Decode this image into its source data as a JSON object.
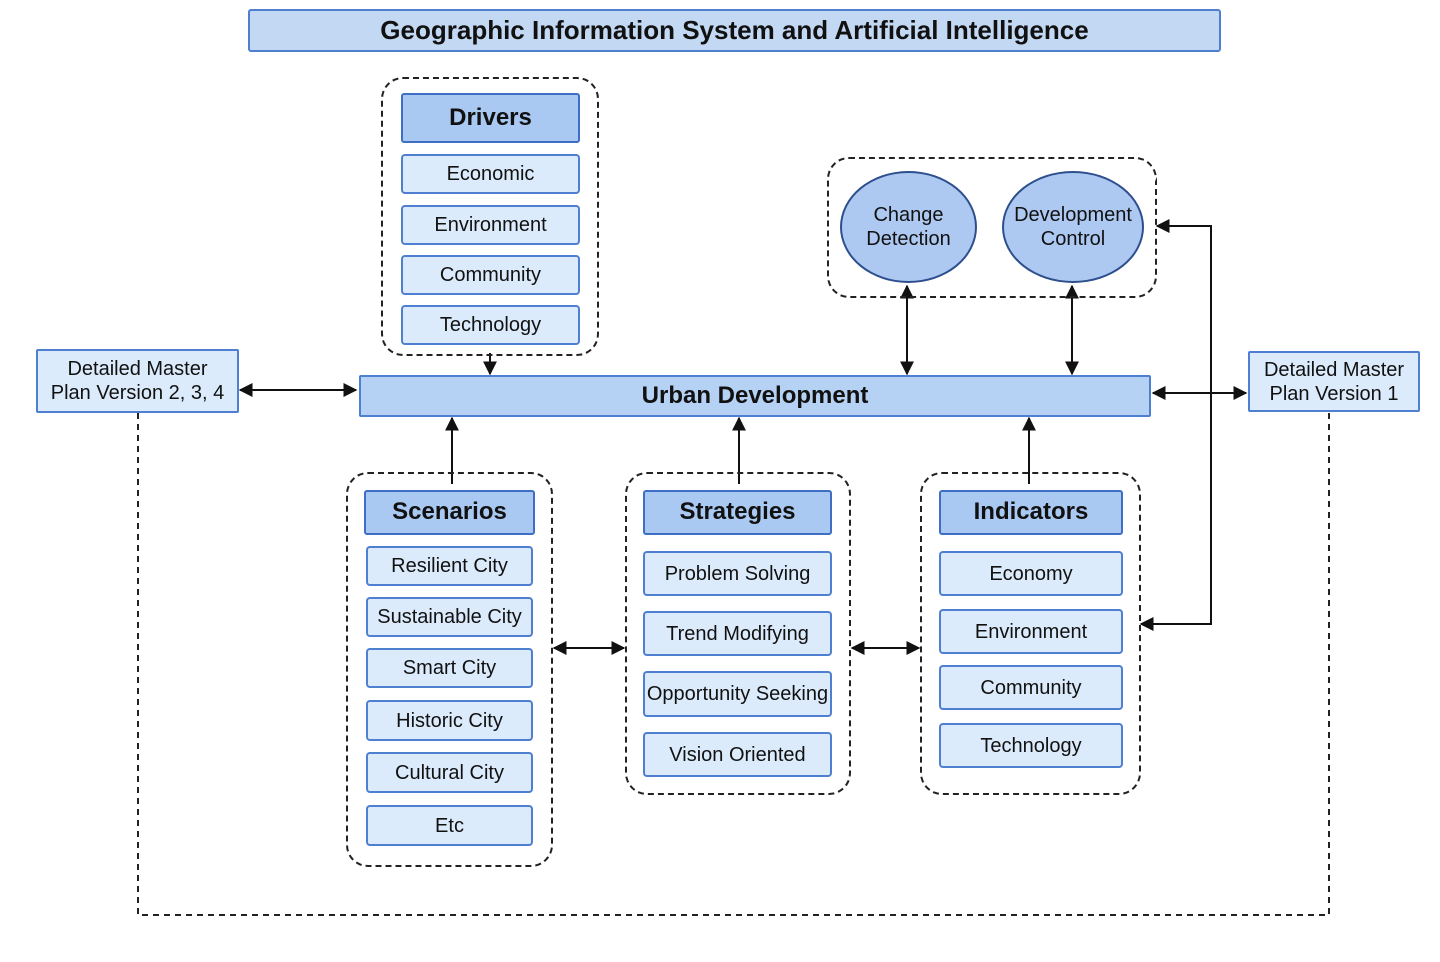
{
  "title": "Geographic Information System and Artificial Intelligence",
  "center": "Urban Development",
  "drivers": {
    "heading": "Drivers",
    "items": [
      "Economic",
      "Environment",
      "Community",
      "Technology"
    ]
  },
  "monitoring": {
    "items": [
      "Change\nDetection",
      "Development\nControl"
    ]
  },
  "scenarios": {
    "heading": "Scenarios",
    "items": [
      "Resilient City",
      "Sustainable City",
      "Smart City",
      "Historic City",
      "Cultural City",
      "Etc"
    ]
  },
  "strategies": {
    "heading": "Strategies",
    "items": [
      "Problem Solving",
      "Trend Modifying",
      "Opportunity Seeking",
      "Vision Oriented"
    ]
  },
  "indicators": {
    "heading": "Indicators",
    "items": [
      "Economy",
      "Environment",
      "Community",
      "Technology"
    ]
  },
  "plans": {
    "left": "Detailed Master\nPlan Version 2, 3, 4",
    "right": "Detailed Master\nPlan Version 1"
  },
  "colors": {
    "box_fill": "#dcebfb",
    "heading_fill": "#a9c8f2",
    "node_fill": "#aec9f1",
    "border": "#4e7fd0",
    "connector": "#111111"
  }
}
